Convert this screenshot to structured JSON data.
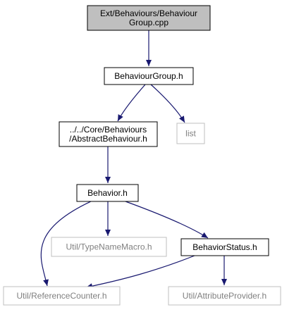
{
  "diagram": {
    "colors": {
      "edge": "#191970",
      "root_fill": "#bfbfbf",
      "node_border": "#000000",
      "external_border": "#bfbfbf",
      "external_text": "#808080",
      "text": "#000000"
    },
    "nodes": [
      {
        "id": "root",
        "lines": [
          "Ext/Behaviours/Behaviour",
          "Group.cpp"
        ],
        "kind": "root"
      },
      {
        "id": "bg",
        "lines": [
          "BehaviourGroup.h"
        ],
        "kind": "normal"
      },
      {
        "id": "ab",
        "lines": [
          "../../Core/Behaviours",
          "/AbstractBehaviour.h"
        ],
        "kind": "normal"
      },
      {
        "id": "list",
        "lines": [
          "list"
        ],
        "kind": "external"
      },
      {
        "id": "beh",
        "lines": [
          "Behavior.h"
        ],
        "kind": "normal"
      },
      {
        "id": "tnm",
        "lines": [
          "Util/TypeNameMacro.h"
        ],
        "kind": "external"
      },
      {
        "id": "bs",
        "lines": [
          "BehaviorStatus.h"
        ],
        "kind": "normal"
      },
      {
        "id": "rc",
        "lines": [
          "Util/ReferenceCounter.h"
        ],
        "kind": "external"
      },
      {
        "id": "ap",
        "lines": [
          "Util/AttributeProvider.h"
        ],
        "kind": "external"
      }
    ],
    "edges": [
      {
        "from": "root",
        "to": "bg"
      },
      {
        "from": "bg",
        "to": "ab"
      },
      {
        "from": "bg",
        "to": "list"
      },
      {
        "from": "ab",
        "to": "beh"
      },
      {
        "from": "beh",
        "to": "rc"
      },
      {
        "from": "beh",
        "to": "tnm"
      },
      {
        "from": "beh",
        "to": "bs"
      },
      {
        "from": "bs",
        "to": "rc"
      },
      {
        "from": "bs",
        "to": "ap"
      }
    ]
  }
}
